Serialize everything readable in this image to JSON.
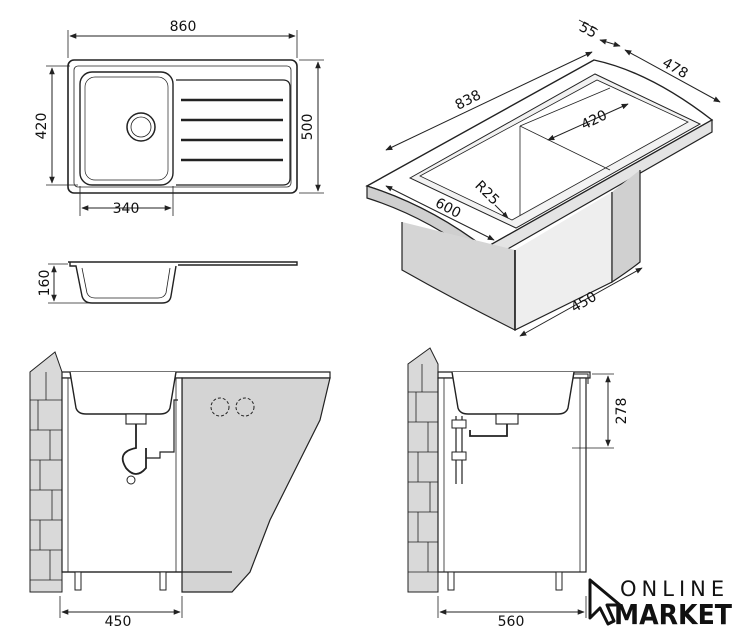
{
  "top_view": {
    "overall_width": "860",
    "bowl_depth": "420",
    "overall_depth": "500",
    "bowl_width": "340"
  },
  "side_view": {
    "bowl_height": "160"
  },
  "iso_view": {
    "rim": "55",
    "depth": "478",
    "length": "838",
    "inner_depth": "420",
    "corner_radius": "R25",
    "cabinet_depth": "600",
    "cabinet_side": "450"
  },
  "front_install": {
    "cabinet_width": "450"
  },
  "side_install": {
    "cabinet_width": "560",
    "mount_height": "278"
  },
  "brand": {
    "line1": "ONLINE",
    "line2": "MARKET"
  },
  "colors": {
    "line": "#222222",
    "shade": "#cfcfcf",
    "brick": "#d9d9d9"
  }
}
